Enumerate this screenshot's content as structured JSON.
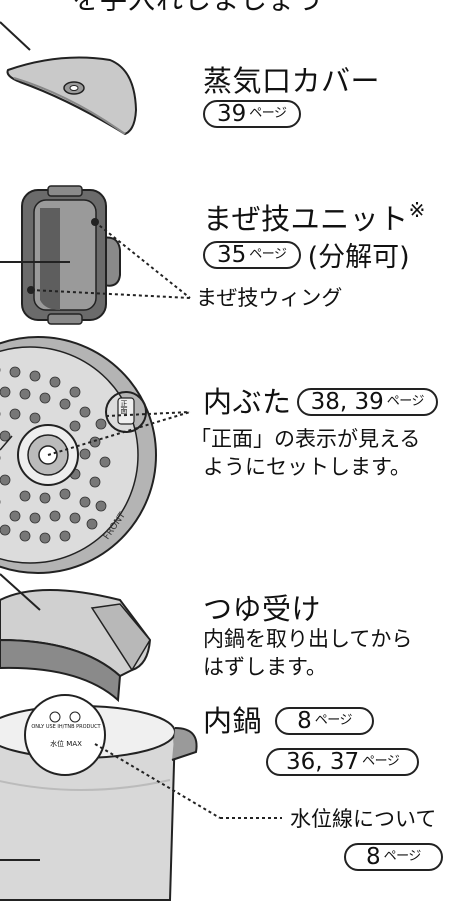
{
  "header": {
    "partial_text": "を手入れしましょう"
  },
  "items": [
    {
      "title": "蒸気口カバー",
      "ref_num": "39",
      "ref_unit": "ページ"
    },
    {
      "title": "まぜ技ユニット",
      "mark": "※",
      "ref_num": "35",
      "ref_unit": "ページ",
      "note": "(分解可)",
      "callout": "まぜ技ウィング"
    },
    {
      "title": "内ぶた",
      "ref_num": "38, 39",
      "ref_unit": "ページ",
      "desc_line1": "「正面」の表示が見える",
      "desc_line2": "ようにセットします。",
      "lid_label": "正面",
      "front_label": "FRONT"
    },
    {
      "title": "つゆ受け",
      "desc_line1": "内鍋を取り出してから",
      "desc_line2": "はずします。"
    },
    {
      "title": "内鍋",
      "ref1_num": "8",
      "ref1_unit": "ページ",
      "ref2_num": "36, 37",
      "ref2_unit": "ページ",
      "callout": "水位線について",
      "callout_ref_num": "8",
      "callout_ref_unit": "ページ",
      "pot_label_top": "ONLY USE IH/TNB PRODUCT",
      "pot_label_water": "水位 MAX"
    }
  ],
  "colors": {
    "line": "#222222",
    "fill_dark": "#6e6e6e",
    "fill_mid": "#a8a8a8",
    "fill_light": "#d4d4d4"
  }
}
